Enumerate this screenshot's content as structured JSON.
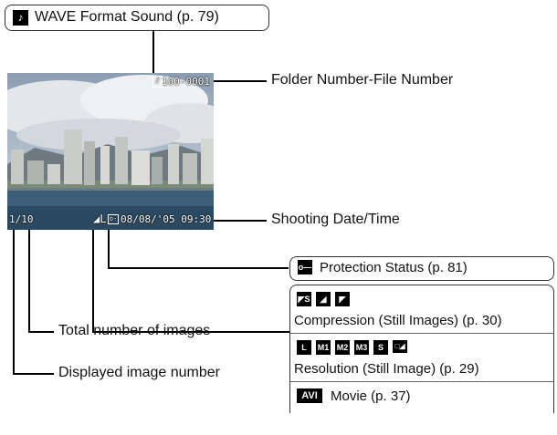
{
  "callouts": {
    "wave_format": "WAVE Format Sound (p. 79)",
    "folder_file": "Folder Number-File Number",
    "shooting_datetime": "Shooting Date/Time",
    "protection": "Protection Status (p. 81)",
    "compression": "Compression (Still Images) (p. 30)",
    "resolution": "Resolution (Still Image) (p. 29)",
    "movie": "Movie (p. 37)",
    "total_images": "Total number of images",
    "displayed_number": "Displayed image number"
  },
  "osd": {
    "file_number": "100-0001",
    "image_count": "1/10",
    "datetime": "08/08/'05  09:30"
  },
  "resolution_icons": [
    "L",
    "M1",
    "M2",
    "M3",
    "S"
  ],
  "movie_icon": "AVI",
  "colors": {
    "line": "#000000",
    "box_border": "#333333",
    "icon_bg": "#000000"
  }
}
